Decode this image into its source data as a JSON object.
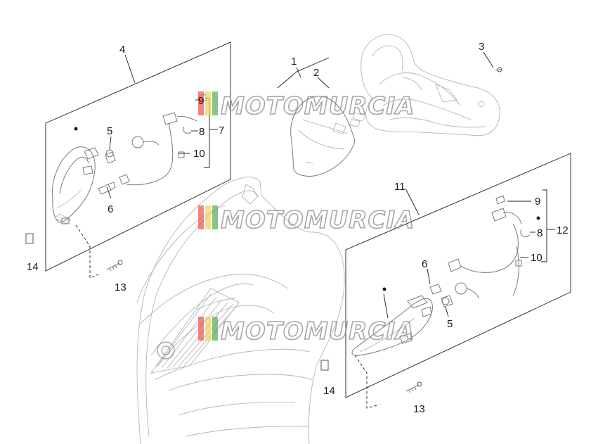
{
  "watermark": {
    "text": "MOTOMURCIA",
    "stripe_colors": [
      "#e8534a",
      "#f2d15a",
      "#4fae5c"
    ]
  },
  "callouts": {
    "c1": "1",
    "c2": "2",
    "c3": "3",
    "c4": "4",
    "c5_top": "5",
    "c6_top": "6",
    "c7": "7",
    "c8_top": "8",
    "c9_top": "9",
    "c10_top": "10",
    "c11": "11",
    "c12": "12",
    "c5_bot": "5",
    "c6_bot": "6",
    "c8_bot": "8",
    "c9_bot": "9",
    "c10_bot": "10",
    "c13_top": "13",
    "c14_top": "14",
    "c13_bot": "13",
    "c14_bot": "14"
  }
}
